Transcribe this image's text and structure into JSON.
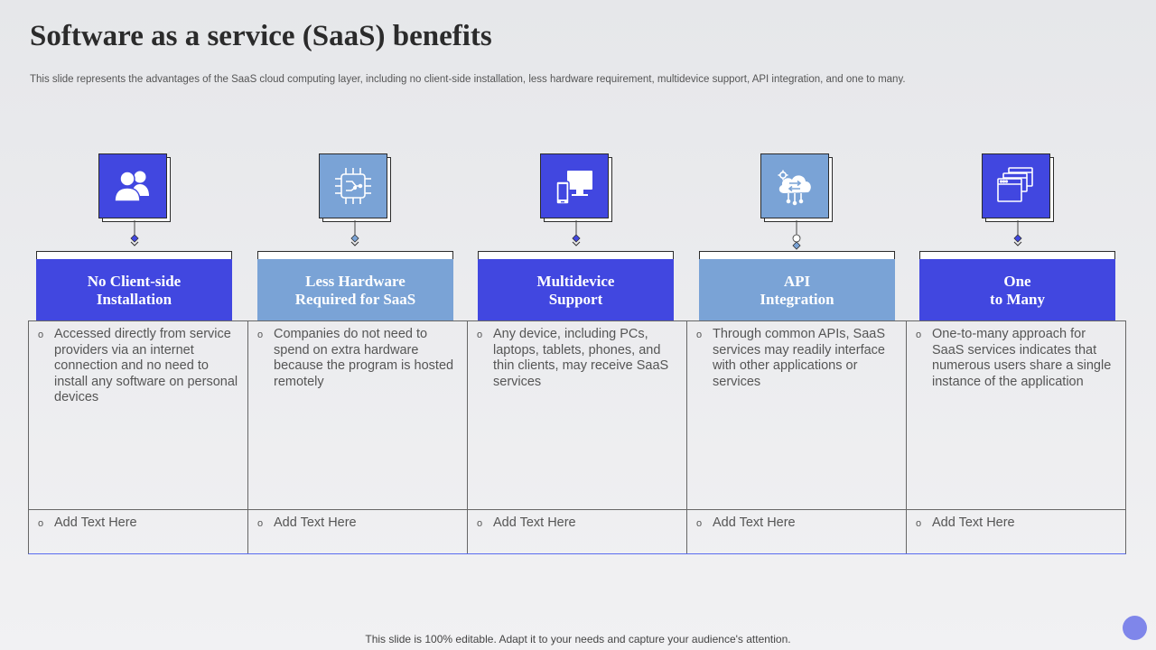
{
  "title": "Software as a service (SaaS) benefits",
  "subtitle": "This slide represents the advantages of the SaaS cloud computing layer, including no client-side installation, less hardware requirement, multidevice support, API integration, and one to  many.",
  "colors": {
    "dark_blue": "#4147e0",
    "light_blue": "#7aa3d6"
  },
  "benefits": [
    {
      "icon": "users-icon",
      "heading": "No Client-side\nInstallation",
      "description": "Accessed directly from service providers via an internet connection and no need to install any software on personal devices",
      "extra": "Add Text Here"
    },
    {
      "icon": "chip-icon",
      "heading": "Less Hardware\nRequired for SaaS",
      "description": "Companies do not need to spend on extra hardware because the program is hosted remotely",
      "extra": "Add Text Here"
    },
    {
      "icon": "devices-icon",
      "heading": "Multidevice\nSupport",
      "description": "Any device, including PCs, laptops, tablets, phones, and thin clients, may receive SaaS services",
      "extra": "Add Text Here"
    },
    {
      "icon": "cloud-api-icon",
      "heading": "API\nIntegration",
      "description": "Through common APIs, SaaS services may readily interface with other applications or services",
      "extra": "Add Text Here"
    },
    {
      "icon": "windows-icon",
      "heading": "One\nto Many",
      "description": "One-to-many approach for SaaS services indicates that numerous users share a single instance of the application",
      "extra": "Add Text Here"
    }
  ],
  "footer": "This slide is 100% editable. Adapt it to your needs and capture your audience's attention."
}
